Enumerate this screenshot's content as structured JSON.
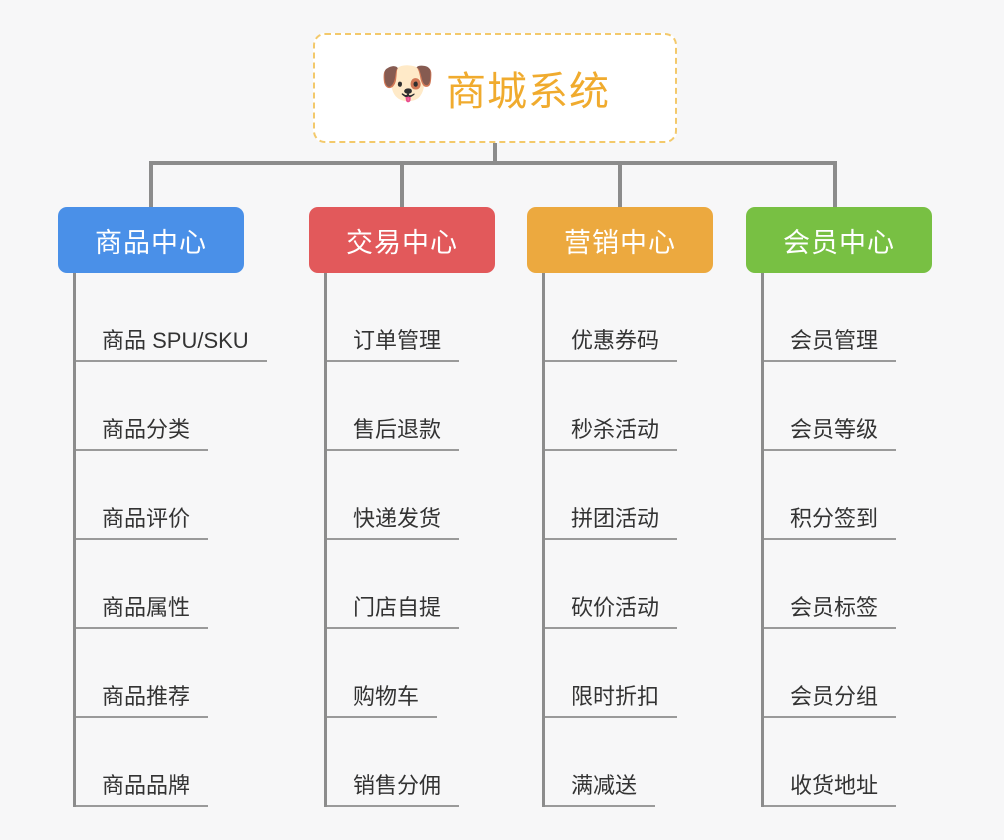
{
  "page": {
    "background_color": "#f7f7f8",
    "type": "org-chart"
  },
  "root": {
    "icon": "dog-face-icon",
    "icon_glyph": "🐶",
    "title": "商城系统",
    "text_color": "#f0ab2e",
    "border_color": "#f3c96b",
    "background_color": "#ffffff"
  },
  "connector": {
    "color": "#8c8c8c"
  },
  "columns": [
    {
      "header": "商品中心",
      "color": "#4a90e8",
      "items": [
        "商品 SPU/SKU",
        "商品分类",
        "商品评价",
        "商品属性",
        "商品推荐",
        "商品品牌"
      ]
    },
    {
      "header": "交易中心",
      "color": "#e2595b",
      "items": [
        "订单管理",
        "售后退款",
        "快递发货",
        "门店自提",
        "购物车",
        "销售分佣"
      ]
    },
    {
      "header": "营销中心",
      "color": "#eca93f",
      "items": [
        "优惠券码",
        "秒杀活动",
        "拼团活动",
        "砍价活动",
        "限时折扣",
        "满减送"
      ]
    },
    {
      "header": "会员中心",
      "color": "#78c043",
      "items": [
        "会员管理",
        "会员等级",
        "积分签到",
        "会员标签",
        "会员分组",
        "收货地址"
      ]
    }
  ]
}
